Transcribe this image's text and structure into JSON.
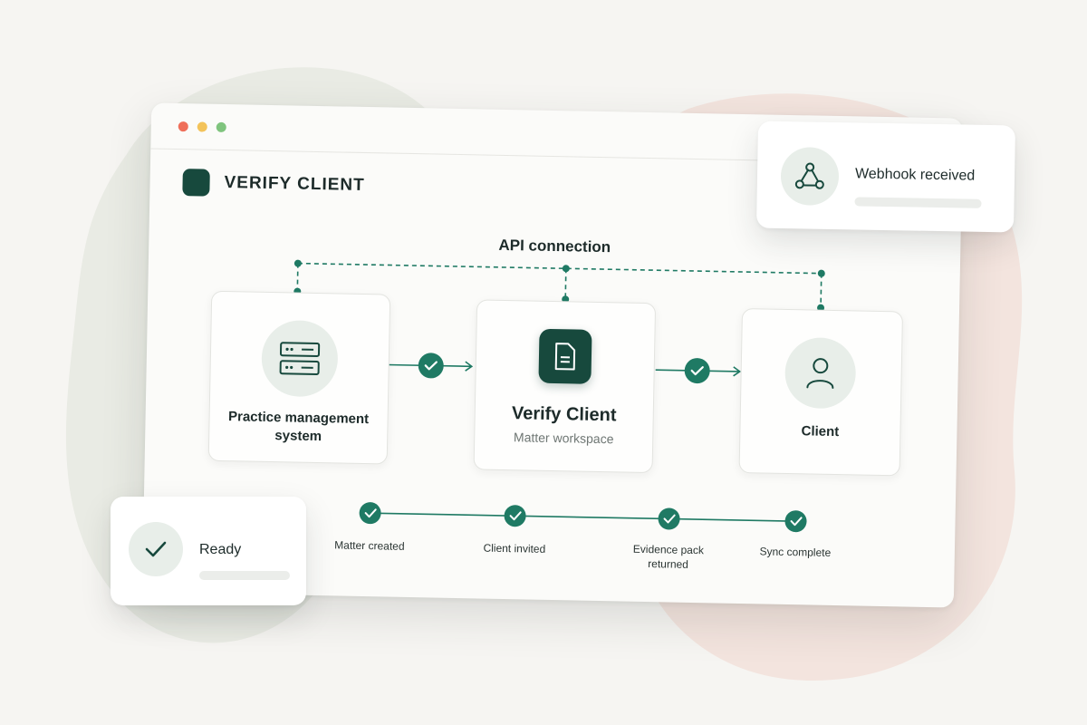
{
  "app": {
    "brand_name": "VERIFY CLIENT"
  },
  "diagram": {
    "connection_label": "API connection",
    "nodes": [
      {
        "id": "pms",
        "title_line1": "Practice management",
        "title_line2": "system",
        "icon": "server-icon"
      },
      {
        "id": "verify",
        "title": "Verify Client",
        "subtitle": "Matter workspace",
        "icon": "document-icon"
      },
      {
        "id": "client",
        "title": "Client",
        "icon": "user-icon"
      }
    ]
  },
  "timeline": {
    "steps": [
      {
        "label_line1": "Matter created",
        "label_line2": ""
      },
      {
        "label_line1": "Client invited",
        "label_line2": ""
      },
      {
        "label_line1": "Evidence pack",
        "label_line2": "returned"
      },
      {
        "label_line1": "Sync complete",
        "label_line2": ""
      }
    ]
  },
  "notifications": {
    "webhook": {
      "label": "Webhook received",
      "icon": "webhook-icon"
    },
    "ready": {
      "label": "Ready",
      "icon": "checkmark-icon"
    }
  },
  "colors": {
    "accent": "#17493d",
    "check": "#1f7a64",
    "icon_bg": "#e8eee9",
    "blob_green": "#e9ebe4",
    "blob_pink": "#f3e4de"
  }
}
